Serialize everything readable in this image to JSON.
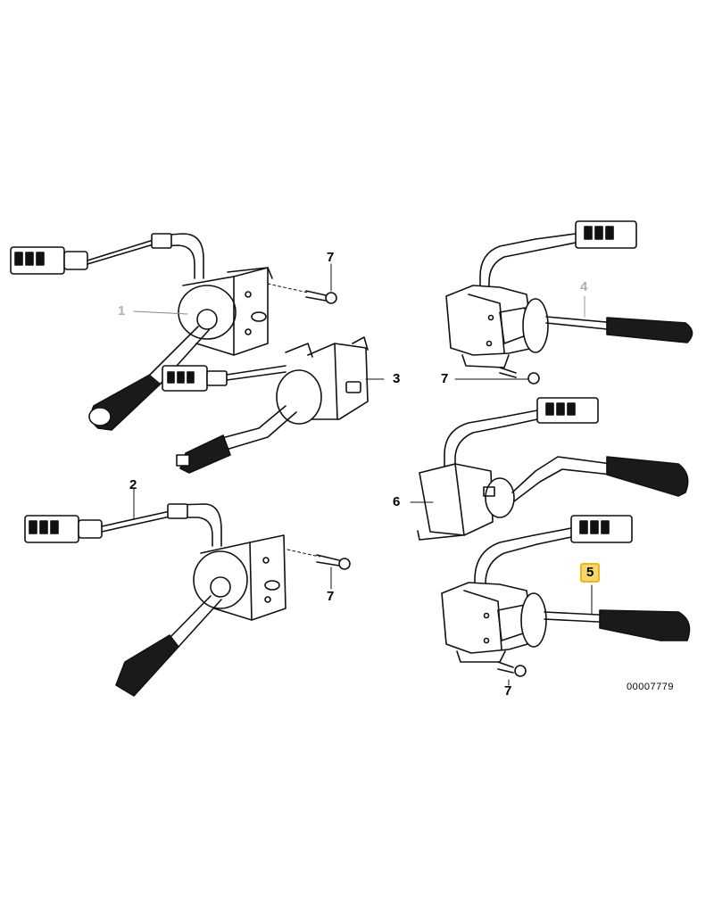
{
  "callouts": {
    "c1": "1",
    "c2": "2",
    "c3": "3",
    "c4": "4",
    "c5": "5",
    "c6": "6",
    "c7": "7"
  },
  "diagram_id": "00007779",
  "colors": {
    "line": "#111111",
    "muted_callout": "#b0b0b0",
    "highlight_fill": "#f7d66b",
    "highlight_border": "#e5b824",
    "knob": "#1a1a1a"
  }
}
